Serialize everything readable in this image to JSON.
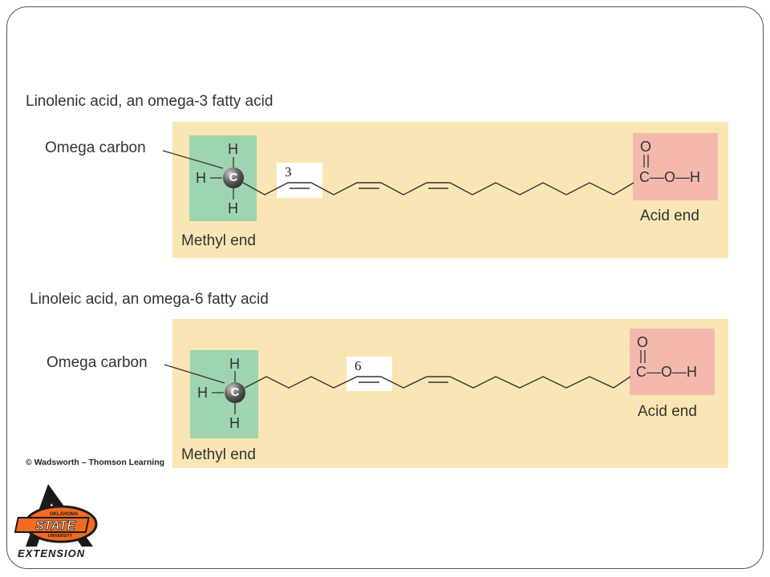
{
  "diagrams": [
    {
      "title": "Linolenic acid, an omega-3 fatty acid",
      "omega_label": "Omega carbon",
      "methyl_label": "Methyl end",
      "acid_label": "Acid end",
      "double_bond_number": "3",
      "atoms": {
        "h": "H",
        "c": "C",
        "o": "O",
        "oh_bond": "C—O—H"
      }
    },
    {
      "title": "Linoleic acid, an omega-6 fatty acid",
      "omega_label": "Omega carbon",
      "methyl_label": "Methyl end",
      "acid_label": "Acid end",
      "double_bond_number": "6",
      "atoms": {
        "h": "H",
        "c": "C",
        "o": "O",
        "oh_bond": "C—O—H"
      }
    }
  ],
  "credit": "© Wadsworth – Thomson Learning",
  "logo": {
    "top": "OKLAHOMA",
    "main": "STATE",
    "sub": "UNIVERSITY",
    "bottom": "EXTENSION"
  },
  "colors": {
    "panel": "#fae6b4",
    "methyl": "#9fd4b1",
    "acid": "#f4b8ac",
    "logo_orange": "#f26b21"
  }
}
